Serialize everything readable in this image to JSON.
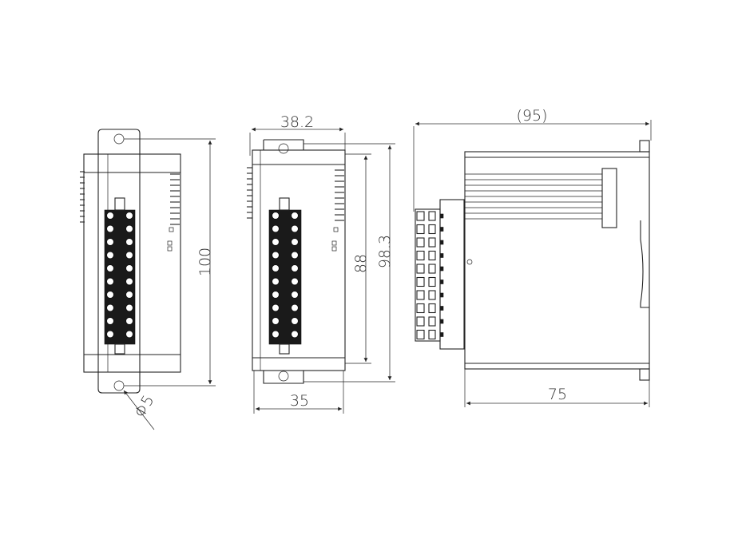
{
  "dimensions": {
    "height_total": "100",
    "hole_diameter": "Φ5",
    "width_top": "38.2",
    "height_body": "88",
    "height_overall": "98.3",
    "width_bottom": "35",
    "depth_overall": "(95)",
    "depth_body": "75"
  },
  "colors": {
    "line": "#222222",
    "background": "#ffffff"
  }
}
